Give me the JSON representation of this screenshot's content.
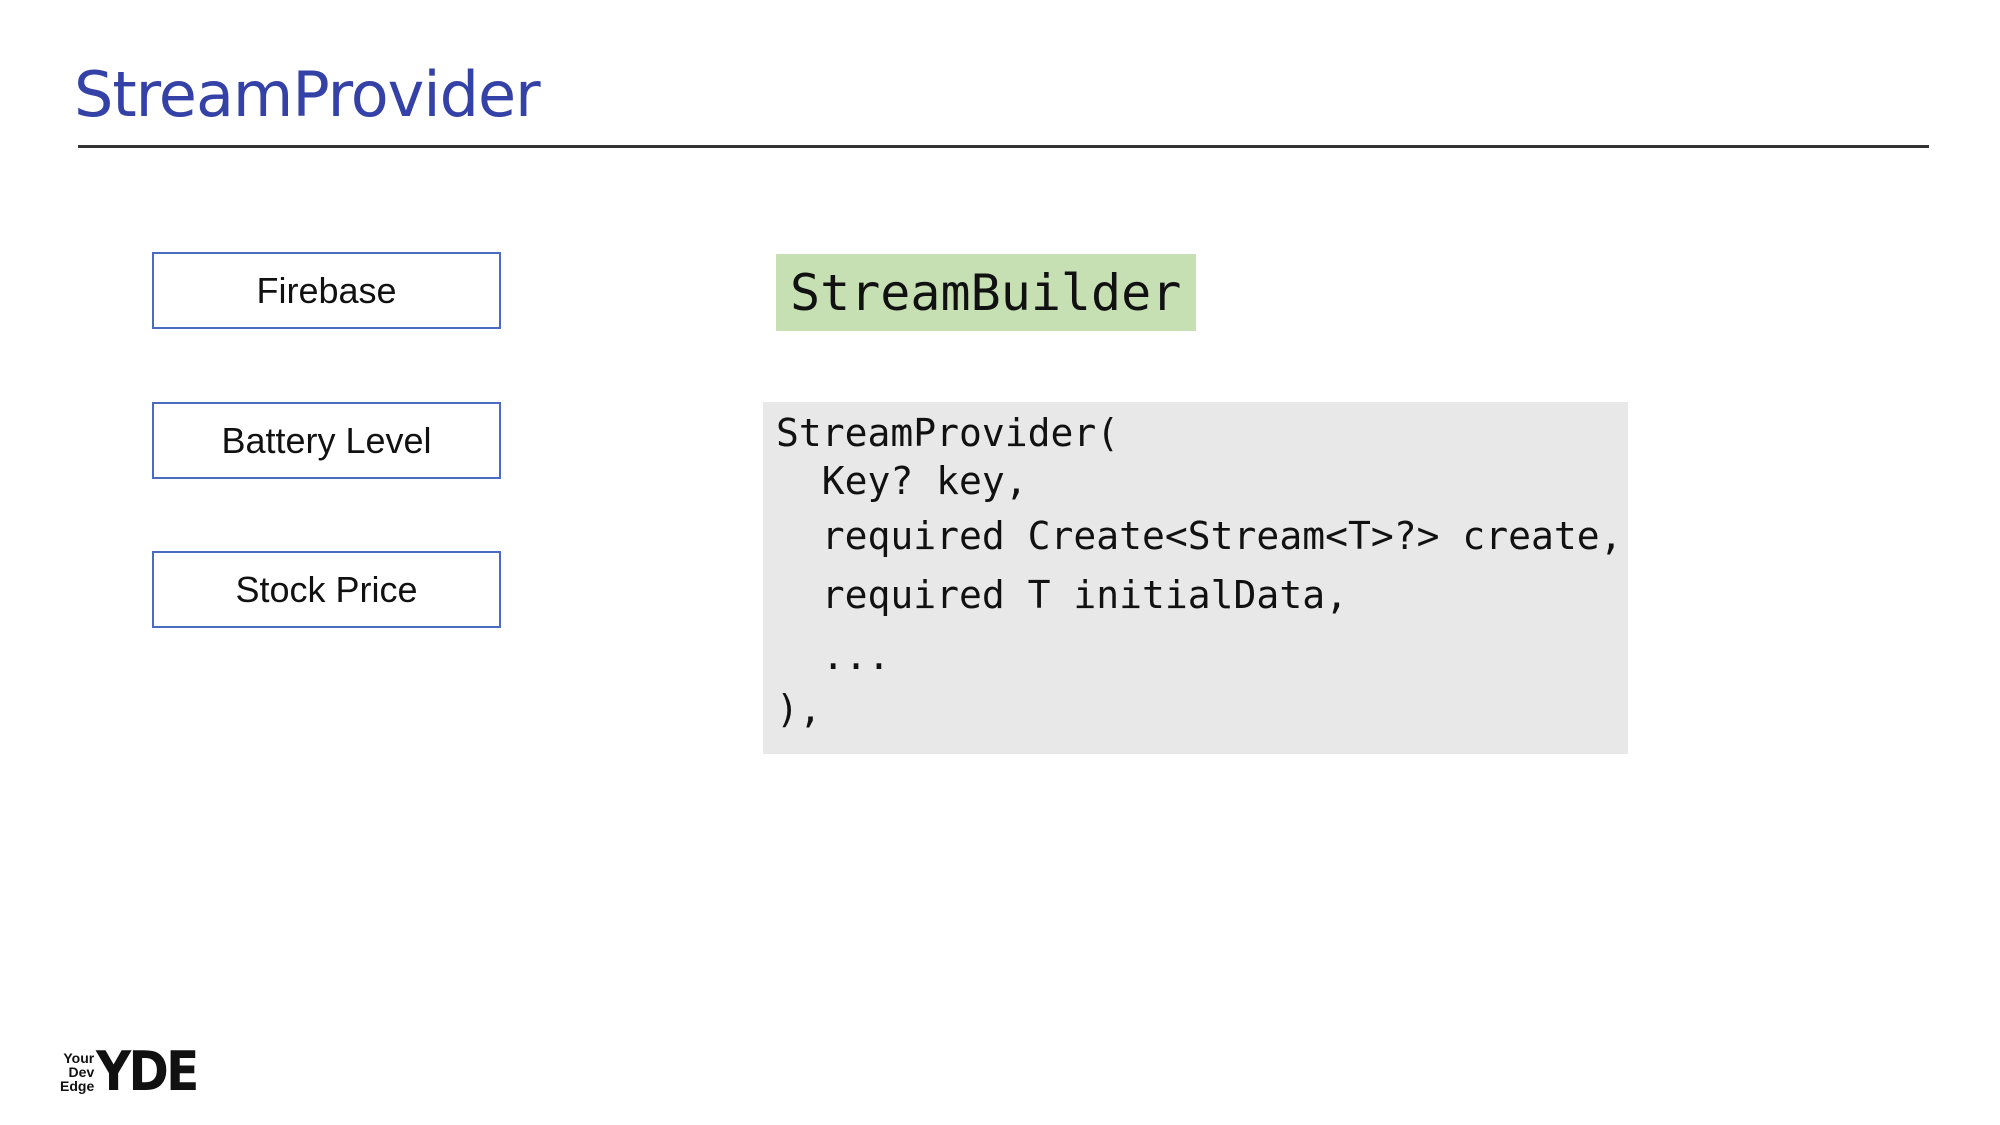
{
  "title": "StreamProvider",
  "sources": [
    "Firebase",
    "Battery Level",
    "Stock Price"
  ],
  "stream_builder_label": "StreamBuilder",
  "code_lines": [
    "StreamProvider(",
    "  Key? key,",
    "  required Create<Stream<T>?> create,",
    "  required T initialData,",
    "  ...",
    "),"
  ],
  "logo": {
    "words": [
      "Your",
      "Dev",
      "Edge"
    ],
    "letters": "YDE"
  },
  "colors": {
    "title": "#3441a6",
    "box_border": "#4a6cc0",
    "builder_bg": "#c6e0b4",
    "code_bg": "#e8e8e8"
  }
}
